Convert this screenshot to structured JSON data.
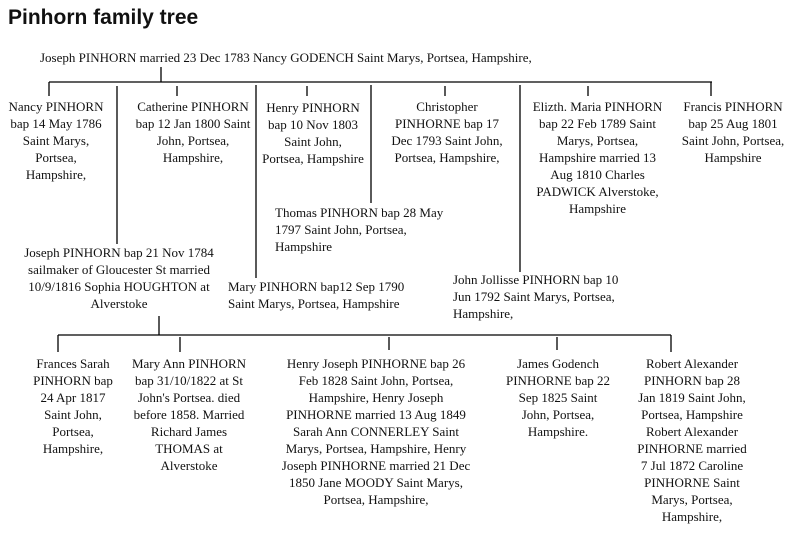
{
  "title": "Pinhorn family tree",
  "root": "Joseph PINHORN married 23 Dec 1783  Nancy GODENCH Saint Marys, Portsea, Hampshire,",
  "children": [
    "Nancy PINHORN bap 14 May 1786 Saint Marys, Portsea, Hampshire,",
    "Catherine PINHORN bap 12 Jan 1800 Saint John, Portsea, Hampshire,",
    "Henry PINHORN bap 10 Nov 1803 Saint John, Portsea, Hampshire",
    "Christopher PINHORNE  bap 17 Dec 1793 Saint John, Portsea, Hampshire,",
    "Elizth. Maria PINHORN  bap 22 Feb 1789 Saint Marys, Portsea, Hampshire married 13 Aug 1810 Charles PADWICK Alverstoke, Hampshire",
    "Francis PINHORN bap 25 Aug 1801 Saint John, Portsea, Hampshire",
    "Thomas PINHORN bap 28 May 1797 Saint John, Portsea, Hampshire",
    "Joseph PINHORN bap 21 Nov 1784 sailmaker of Gloucester St married 10/9/1816 Sophia HOUGHTON at Alverstoke",
    "Mary PINHORN bap12 Sep 1790 Saint Marys, Portsea, Hampshire",
    "John Jollisse PINHORN bap 10 Jun 1792 Saint Marys, Portsea, Hampshire,"
  ],
  "grandchildren": [
    "Frances Sarah PINHORN bap 24 Apr 1817 Saint John, Portsea, Hampshire,",
    "Mary Ann PINHORN bap 31/10/1822 at St John's Portsea. died before 1858. Married Richard James THOMAS at Alverstoke",
    "Henry Joseph PINHORNE bap 26 Feb 1828 Saint John, Portsea, Hampshire, Henry Joseph PINHORNE married 13 Aug 1849 Sarah Ann CONNERLEY Saint Marys, Portsea, Hampshire, Henry Joseph PINHORNE married  21 Dec 1850 Jane MOODY Saint Marys, Portsea, Hampshire,",
    "James Godench PINHORNE bap 22 Sep 1825 Saint John, Portsea, Hampshire.",
    "Robert Alexander PINHORN bap 28 Jan 1819 Saint John, Portsea, Hampshire Robert Alexander PINHORNE married 7 Jul 1872 Caroline PINHORNE Saint Marys, Portsea, Hampshire,"
  ]
}
